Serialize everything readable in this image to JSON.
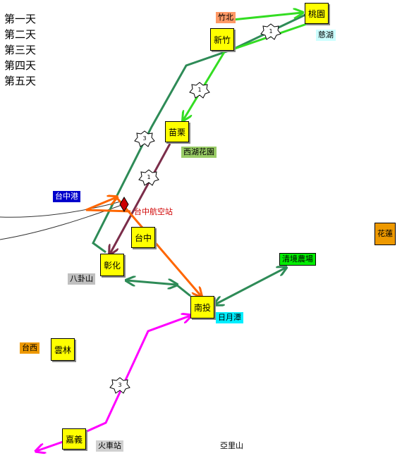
{
  "legend": {
    "items": [
      "第一天",
      "第二天",
      "第三天",
      "第四天",
      "第五天"
    ]
  },
  "places": {
    "taoyuan": "桃園",
    "hsinchu": "新竹",
    "miaoli": "苗栗",
    "taichung": "台中",
    "changhua": "彰化",
    "nantou": "南投",
    "yunlin": "雲林",
    "chiayi": "嘉義"
  },
  "tags": {
    "zhubei": "竹北",
    "cihu": "慈湖",
    "xihu_garden": "西湖花園",
    "taichung_port": "台中港",
    "airport": "台中航空站",
    "bagua": "八卦山",
    "qingjing": "清境農場",
    "sunmoon": "日月潭",
    "taixi": "台西",
    "hualien": "花蓮",
    "train_station": "火車站",
    "alishan": "亞里山"
  },
  "day_badges": {
    "b1": "1",
    "b2": "1",
    "b3": "1",
    "b4": "3",
    "b5": "3"
  },
  "colors": {
    "city_fill": "#ffff00",
    "route_day1": "#33dd22",
    "route_day2": "#2e8b57",
    "route_day3": "#ff00ff",
    "route_day4": "#ff6600",
    "route_day5": "#7b2d4a",
    "tag_orange": "#ff9966",
    "tag_cyan": "#ccffff",
    "tag_lime": "#99cc66",
    "tag_blue": "#0000cc",
    "tag_gray": "#c0c0c0",
    "tag_green": "#00ee00",
    "tag_cyan2": "#00eeff",
    "tag_amber": "#ee9900",
    "airport_red": "#d00000"
  },
  "icons": {
    "badge": "star-badge-icon",
    "airport": "plane-icon"
  }
}
